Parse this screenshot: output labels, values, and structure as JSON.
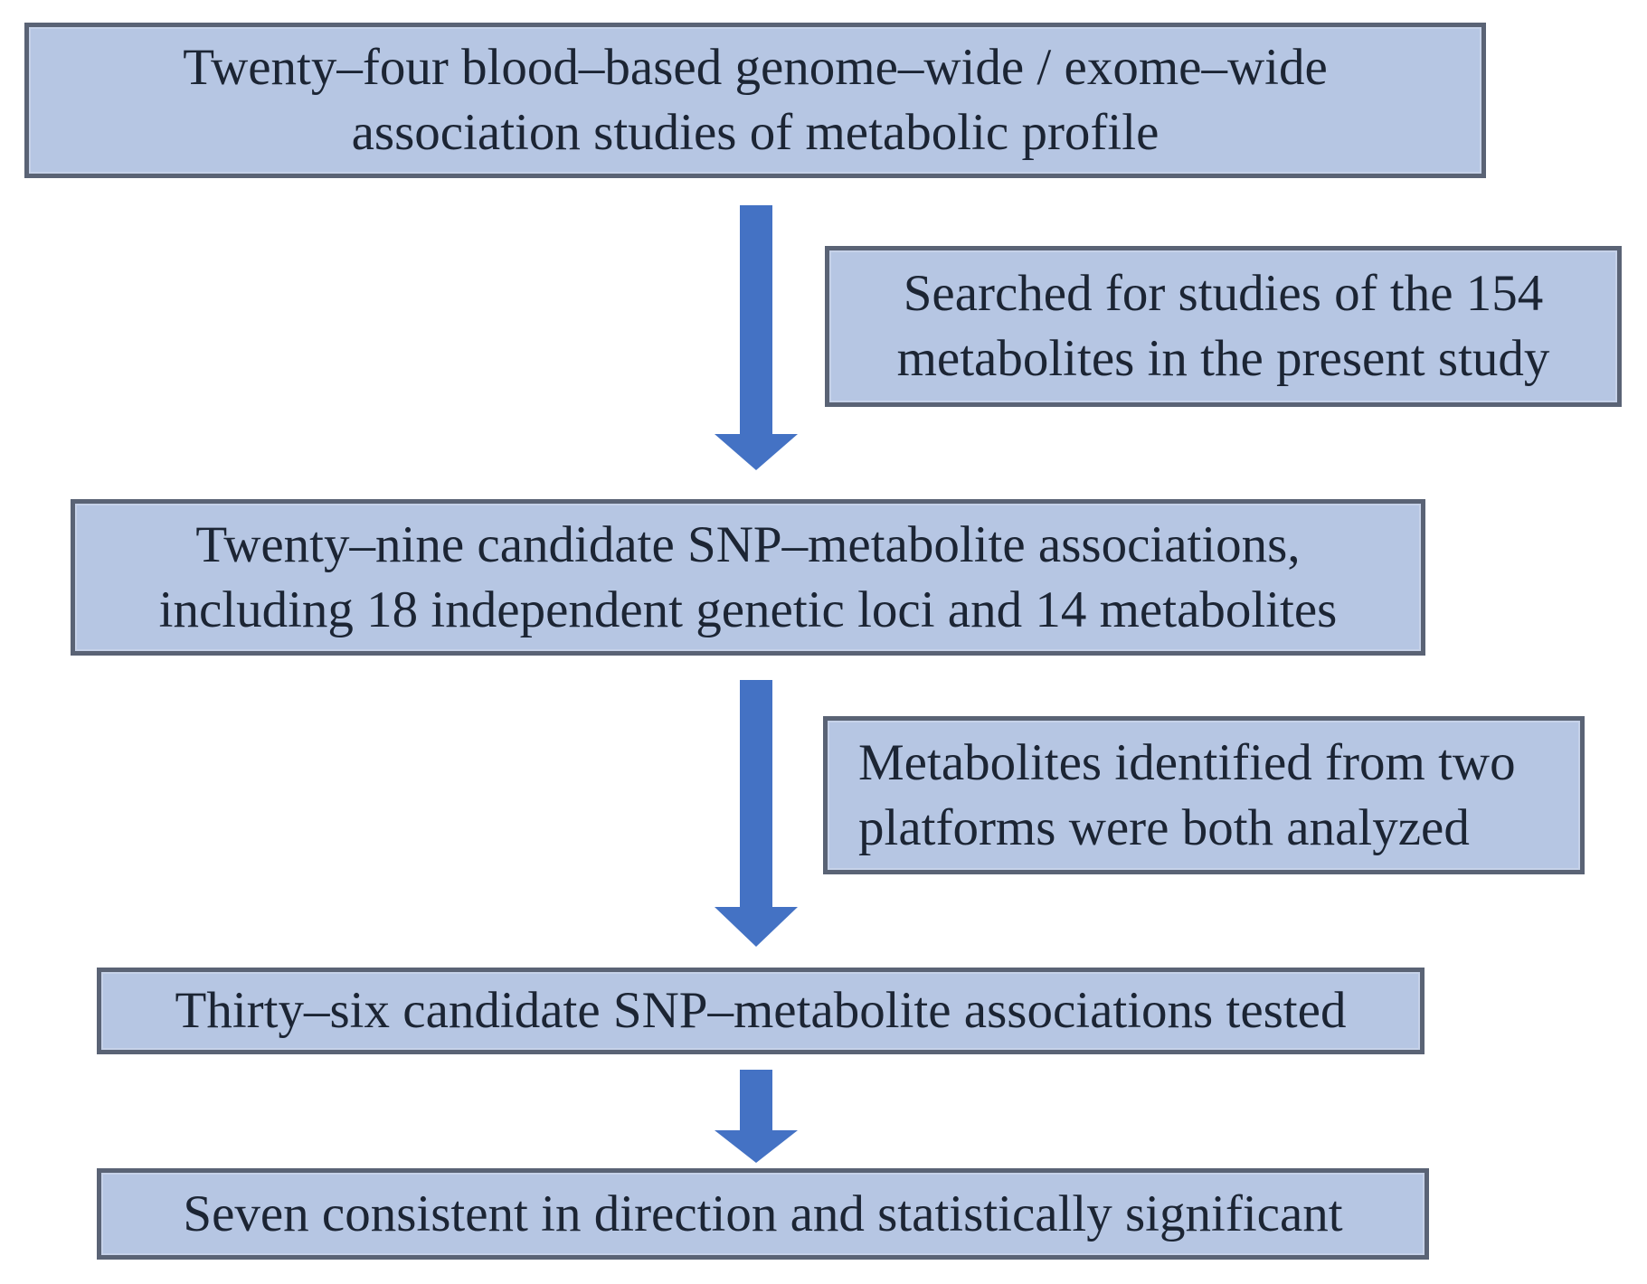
{
  "diagram": {
    "type": "flowchart",
    "colors": {
      "canvas_bg": "#ffffff",
      "box_fill": "#b6c6e3",
      "box_border": "#5a6375",
      "arrow": "#4472c4",
      "text": "#1c2534"
    },
    "main_boxes": [
      {
        "id": "studies-pool",
        "lines": [
          "Twenty–four blood–based genome–wide / exome–wide",
          "association studies of metabolic profile"
        ]
      },
      {
        "id": "candidate-associations",
        "lines": [
          "Twenty–nine candidate SNP–metabolite associations,",
          "including 18 independent genetic loci and 14 metabolites"
        ]
      },
      {
        "id": "associations-tested",
        "lines": [
          "Thirty–six candidate SNP–metabolite associations tested"
        ]
      },
      {
        "id": "significant-associations",
        "lines": [
          "Seven consistent in direction and statistically significant"
        ]
      }
    ],
    "side_boxes": [
      {
        "id": "search-note",
        "lines": [
          "Searched for studies of the 154",
          "metabolites in the present study"
        ]
      },
      {
        "id": "platform-note",
        "lines": [
          "Metabolites identified from two",
          "platforms were both analyzed"
        ]
      }
    ]
  }
}
